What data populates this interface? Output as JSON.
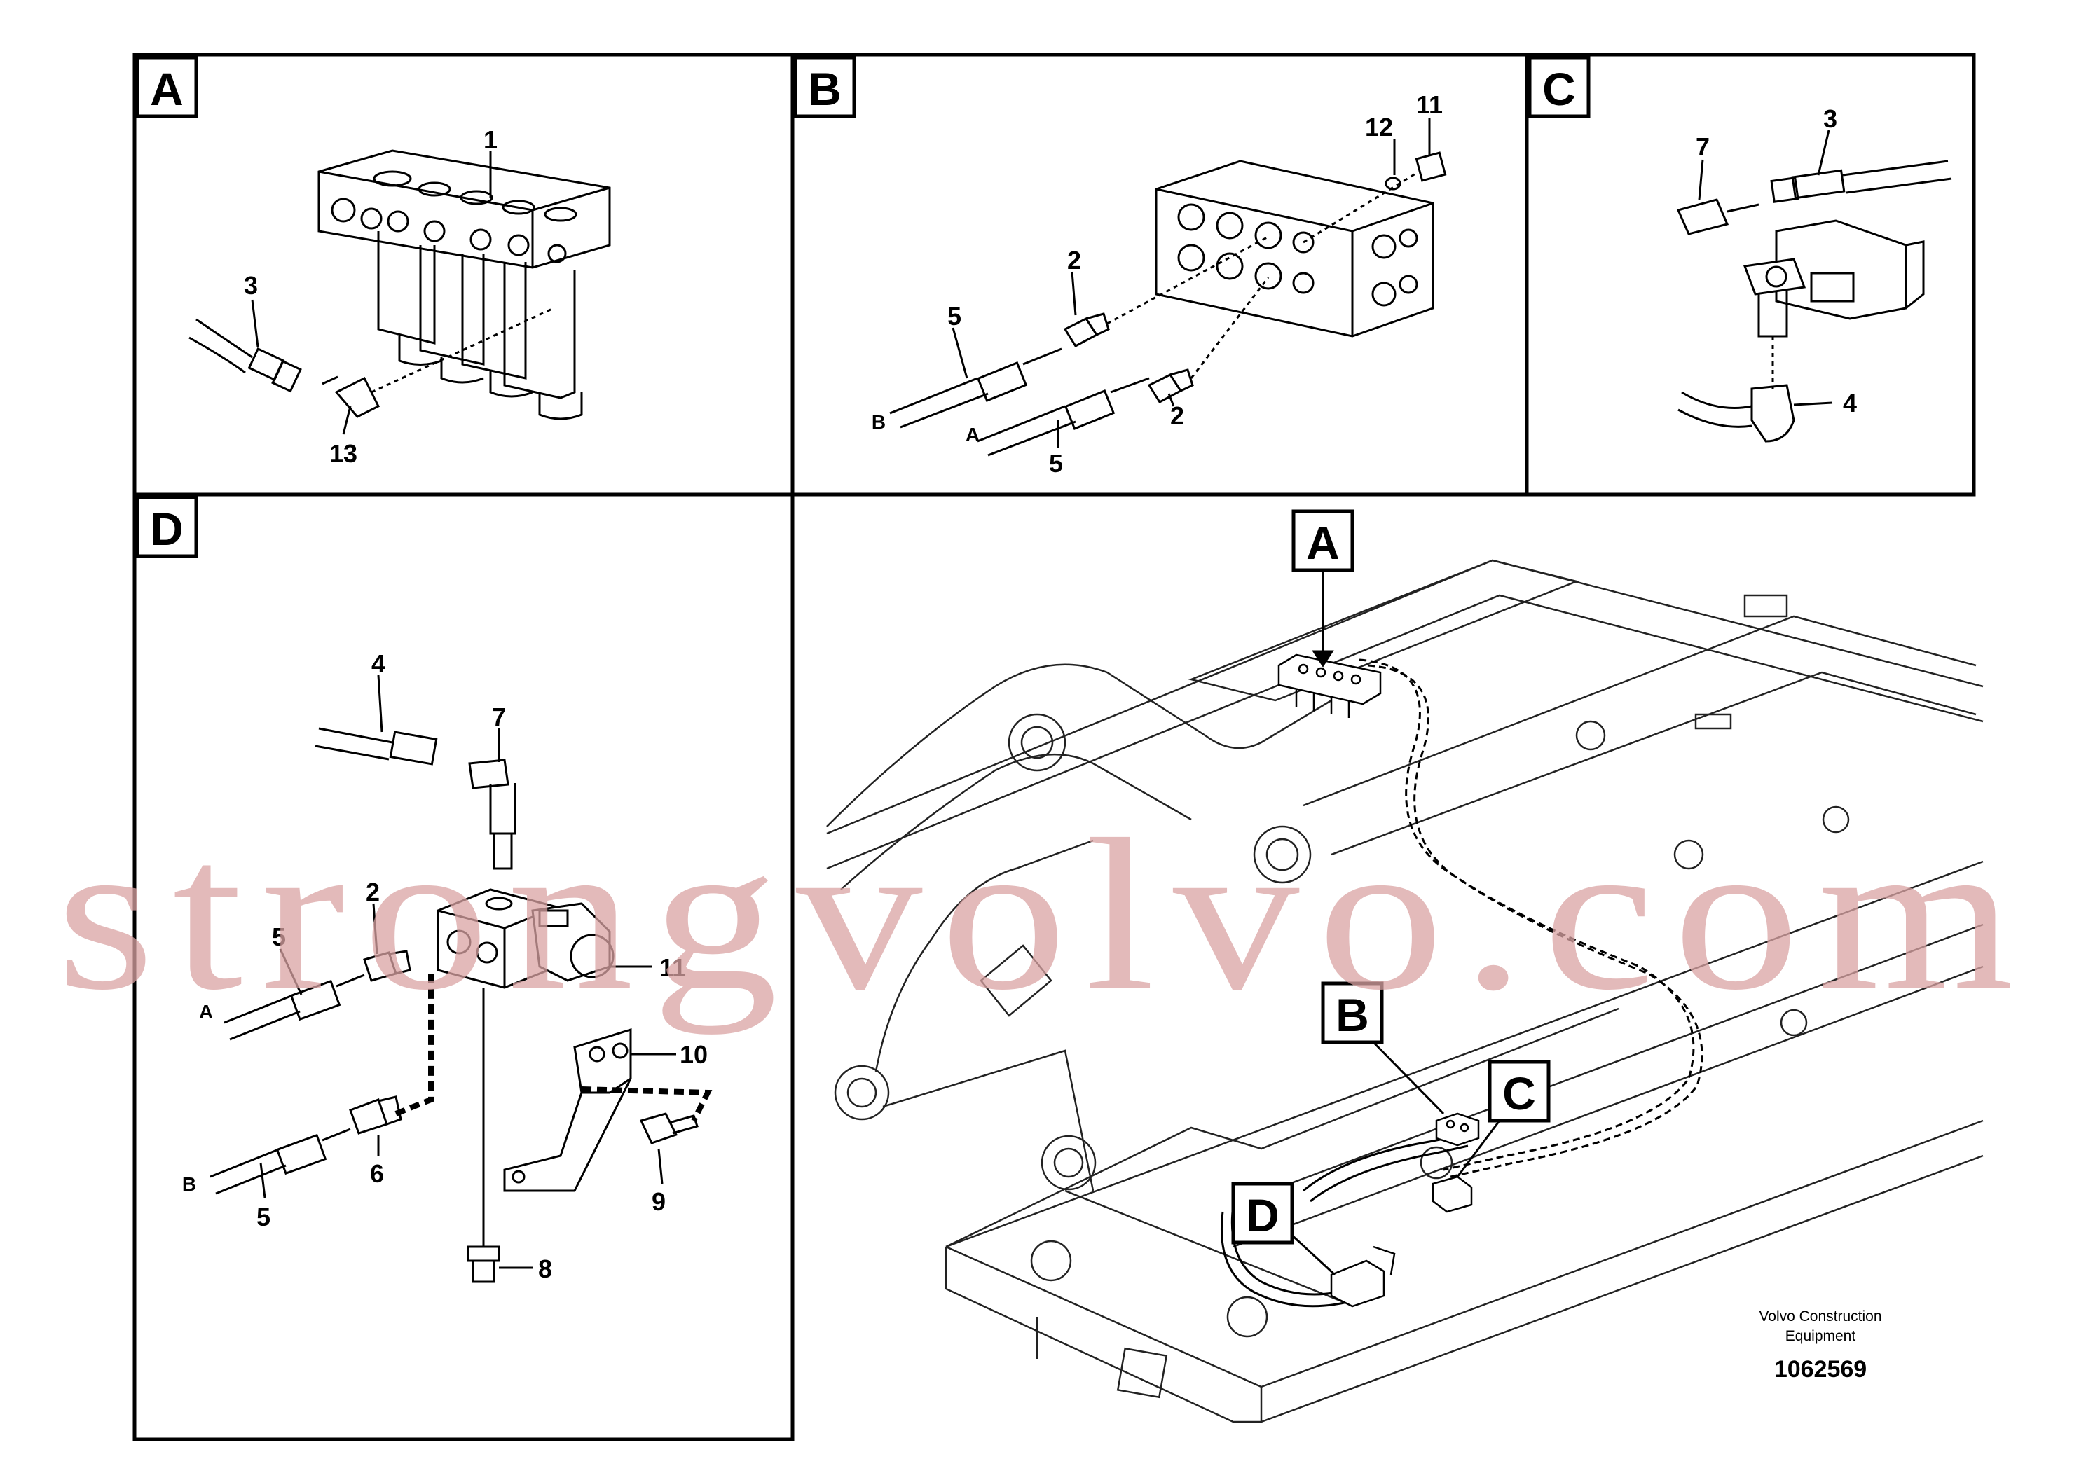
{
  "panels": {
    "a": {
      "letter": "A",
      "callouts": [
        "1",
        "3",
        "13"
      ]
    },
    "b": {
      "letter": "B",
      "callouts": [
        "12",
        "11",
        "2",
        "5",
        "2",
        "5"
      ],
      "hose_ends": [
        "B",
        "A"
      ]
    },
    "c": {
      "letter": "C",
      "callouts": [
        "7",
        "3",
        "4"
      ]
    },
    "d": {
      "letter": "D",
      "callouts": [
        "4",
        "7",
        "2",
        "5",
        "11",
        "10",
        "6",
        "9",
        "5",
        "8"
      ],
      "hose_ends": [
        "A",
        "B"
      ]
    }
  },
  "overview": {
    "locators": [
      "A",
      "B",
      "C",
      "D"
    ]
  },
  "credit": {
    "line1": "Volvo Construction",
    "line2": "Equipment",
    "drawing_number": "1062569"
  },
  "watermark": {
    "text": "strongvolvo.com",
    "color": "#d9a3a3"
  },
  "colors": {
    "line": "#000000",
    "background": "#ffffff"
  }
}
